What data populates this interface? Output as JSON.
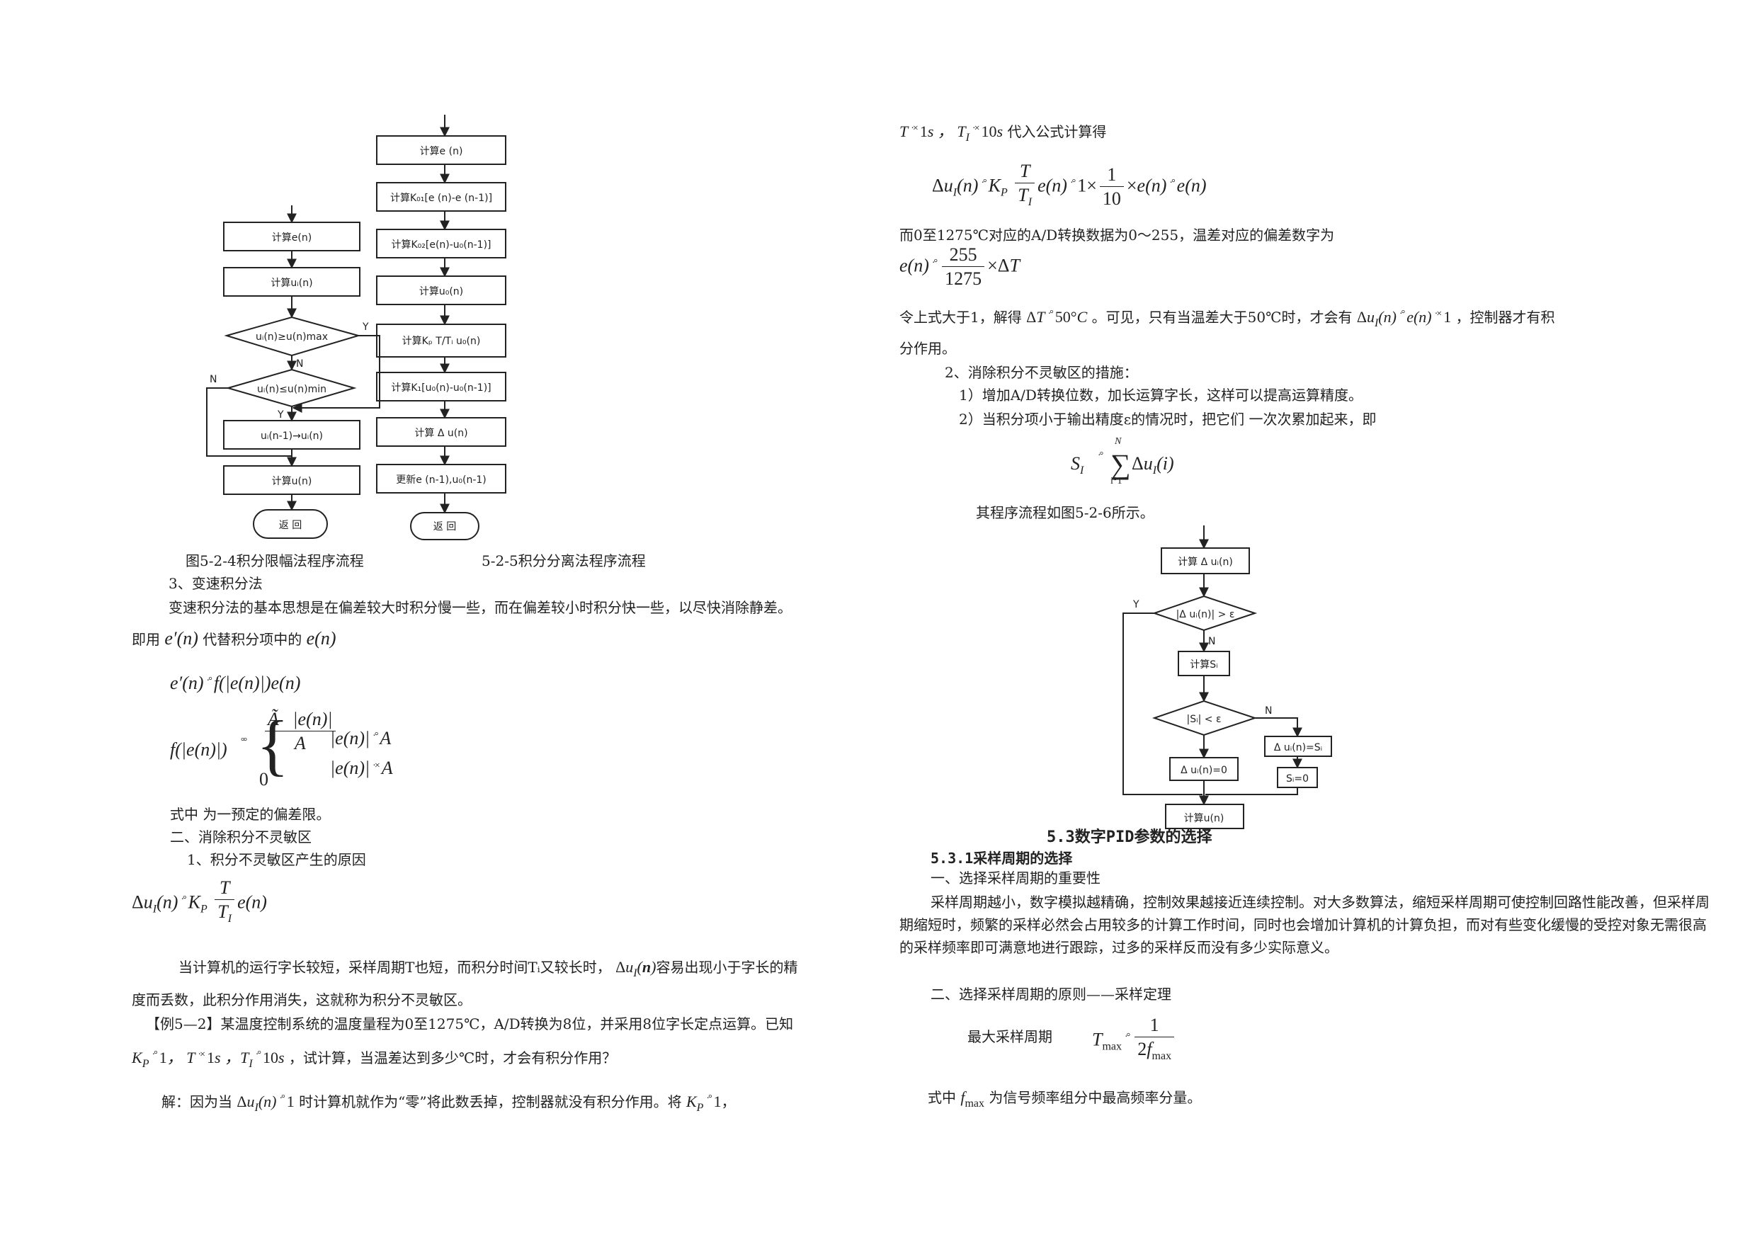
{
  "flow1": {
    "steps": [
      "计算e(n)",
      "计算uᵢ(n)",
      "uᵢ(n)≥u(n)max",
      "uᵢ(n)≤u(n)min",
      "uᵢ(n-1)→uᵢ(n)",
      "计算u(n)",
      "返 回"
    ],
    "yes": "Y",
    "no": "N"
  },
  "flow2": {
    "steps": [
      "计算e (n)",
      "计算K₀₁[e (n)-e (n-1)]",
      "计算K₀₂[e(n)-u₀(n-1)]",
      "计算u₀(n)",
      "计算Kₚ T/Tᵢ u₀(n)",
      "计算K₁[u₀(n)-u₀(n-1)]",
      "计算 Δ u(n)",
      "更新e (n-1),u₀(n-1)",
      "返 回"
    ]
  },
  "captions": {
    "fig4": "图5-2-4积分限幅法程序流程",
    "fig5": "5-2-5积分分离法程序流程"
  },
  "left": {
    "s3_title": "3、变速积分法",
    "s3_text": "变速积分法的基本思想是在偏差较大时积分慢一些，而在偏差较小时积分快一些，以尽快消除静差。",
    "s3_use_a": "即用",
    "s3_use_b": "代替积分项中的",
    "eq_e1": "e′(n)",
    "eq_e2": "e(n)",
    "f_expr": "f(|e(n)|)",
    "f_case1_num_a": "Ã",
    "f_case1_num_b": "|e(n)|",
    "f_case1_den": "A",
    "f_case1_cond": "|e(n)|",
    "f_case1_A": "A",
    "f_case2_val": "0",
    "f_case2_cond": "|e(n)|",
    "f_case2_A": "A",
    "where": "式中 为一预定的偏差限。",
    "sec2_title": "二、消除积分不灵敏区",
    "sec2_1": "1、积分不灵敏区产生的原因",
    "para_a": "当计算机的运行字长较短，采样周期T也短，而积分时间Tᵢ又较长时，",
    "para_b": "容易出现小于字长的精",
    "para_c": "度而丢数，此积分作用消失，这就称为积分不灵敏区。",
    "ex_a": "【例5—2】某温度控制系统的温度量程为0至1275℃，A/D转换为8位，并采用8位字长定点运算。已知",
    "ex_b": "，试计算，当温差达到多少℃时，才会有积分作用？",
    "sol_a": "解：因为当",
    "sol_b": "时计算机就作为“零”将此数丢掉，控制器就没有积分作用。将"
  },
  "right": {
    "sub_a": "代入公式计算得",
    "ad_text": "而0至1275℃对应的A/D转换数据为0～255，温差对应的偏差数字为",
    "frac_num": "255",
    "frac_den": "1275",
    "frac_1": "1",
    "frac_10": "10",
    "res_a": "令上式大于1，解得",
    "res_b": "。可见，只有当温差大于50℃时，才会有",
    "res_c": "，控制器才有积",
    "res_d": "分作用。",
    "m2": "2、消除积分不灵敏区的措施：",
    "m2_1": "1）增加A/D转换位数，加长运算字长，这样可以提高运算精度。",
    "m2_2": "2）当积分项小于输出精度ε的情况时，把它们 一次次累加起来，即",
    "flow_ref": "其程序流程如图5-2-6所示。",
    "h53": "5.3数字PID参数的选择",
    "h531": "5.3.1采样周期的选择",
    "r1": "一、选择采样周期的重要性",
    "r1_text": "采样周期越小，数字模拟越精确，控制效果越接近连续控制。对大多数算法，缩短采样周期可使控制回路性能改善，但采样周期缩短时，频繁的采样必然会占用较多的计算工作时间，同时也会增加计算机的计算负担，而对有些变化缓慢的受控对象无需很高的采样频率即可满意地进行跟踪，过多的采样反而没有多少实际意义。",
    "r2": "二、选择采样周期的原则——采样定理",
    "tmax_label": "最大采样周期",
    "tmax_1": "1",
    "fmax_note_a": "式中",
    "fmax_note_b": "为信号频率组分中最高频率分量。"
  },
  "flow3": {
    "steps": [
      "计算 Δ uᵢ(n)",
      "|Δ uᵢ(n)| > ε",
      "计算Sᵢ",
      "|Sᵢ| < ε",
      "Δ uᵢ(n)=Sᵢ",
      "Δ uᵢ(n)=0",
      "Sᵢ=0",
      "计算u(n)"
    ],
    "yes": "Y",
    "no": "N",
    "no2": "N"
  }
}
